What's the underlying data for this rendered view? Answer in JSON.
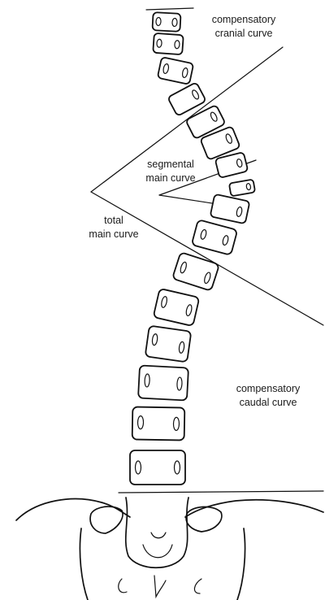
{
  "labels": {
    "cranial": [
      "compensatory",
      "cranial curve"
    ],
    "segmental": [
      "segmental",
      "main curve"
    ],
    "total": [
      "total",
      "main curve"
    ],
    "caudal": [
      "compensatory",
      "caudal curve"
    ]
  },
  "ink_color": "#111111",
  "background": "#ffffff"
}
